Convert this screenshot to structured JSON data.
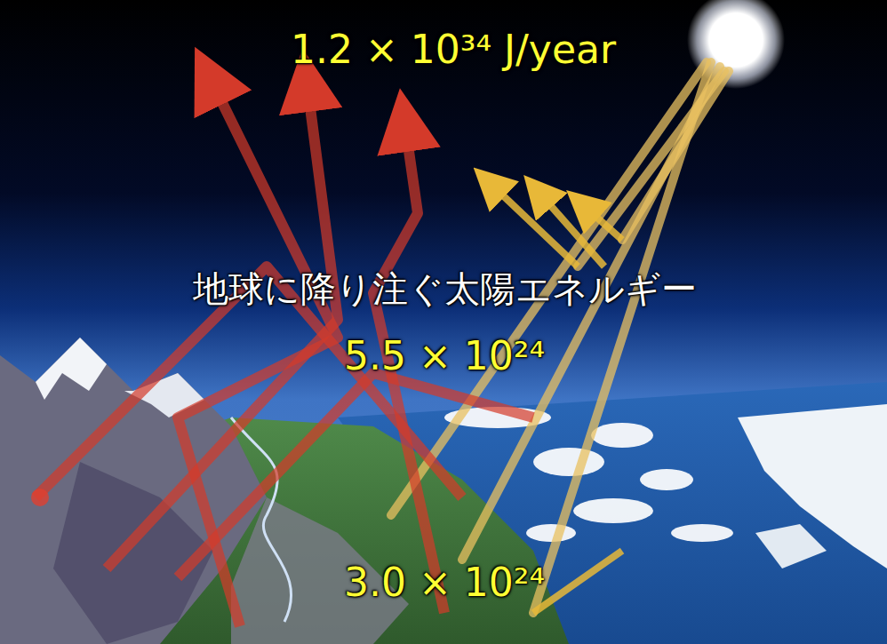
{
  "diagram": {
    "labels": [
      "1.2 × 10³⁴ J/year",
      "地球に降り注ぐ太陽エネルギー",
      "5.5 × 10²⁴",
      "3.0 × 10²⁴"
    ]
  }
}
